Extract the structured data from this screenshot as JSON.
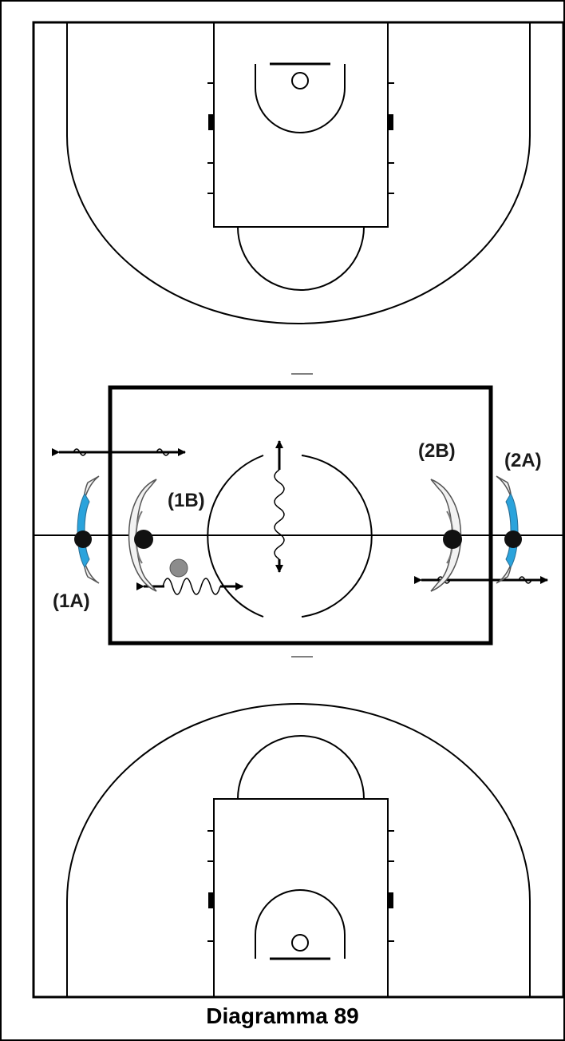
{
  "caption": "Diagramma 89",
  "players": {
    "p1a": "(1A)",
    "p1b": "(1B)",
    "p2b": "(2B)",
    "p2a": "(2A)"
  },
  "colors": {
    "lines": "#000000",
    "jersey_blue": "#2aa3dc",
    "player_outline": "#555555",
    "player_fill": "#f2f2f2",
    "head": "#111111",
    "ball": "#8c8c8c"
  }
}
